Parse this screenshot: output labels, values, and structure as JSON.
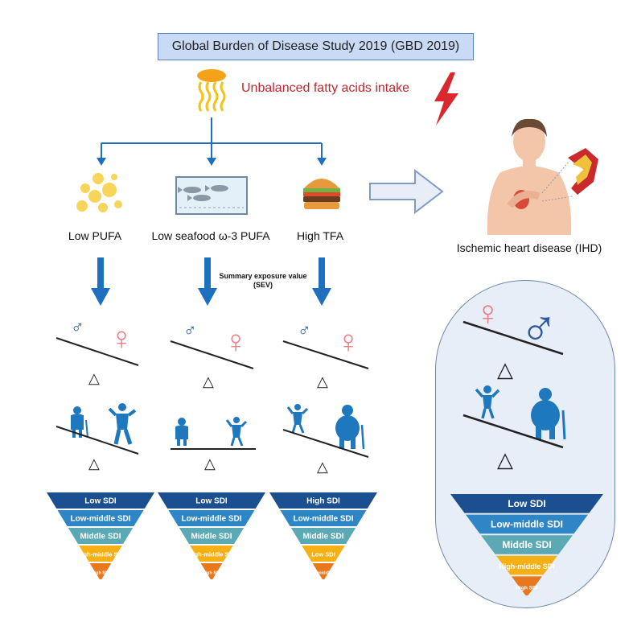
{
  "title": "Global Burden of Disease Study 2019 (GBD 2019)",
  "subtitle": "Unbalanced fatty acids intake",
  "columns": [
    {
      "label": "Low PUFA",
      "pyramid": [
        "Low SDI",
        "Low-middle SDI",
        "Middle SDI",
        "High-middle SDI",
        "High SDI"
      ]
    },
    {
      "label": "Low seafood ω-3 PUFA",
      "pyramid": [
        "Low SDI",
        "Low-middle SDI",
        "Middle SDI",
        "High-middle SDI",
        "High SDI"
      ]
    },
    {
      "label": "High TFA",
      "pyramid": [
        "High SDI",
        "Low-middle SDI",
        "Middle SDI",
        "Low SDI",
        "High-middle SDI"
      ]
    }
  ],
  "sev_label_line1": "Summary exposure value",
  "sev_label_line2": "(SEV)",
  "outcome_label": "Ischemic heart disease (IHD)",
  "outcome_pyramid": [
    "Low SDI",
    "Low-middle SDI",
    "Middle SDI",
    "High-middle SDI",
    "High SDI"
  ],
  "symbols": {
    "male": "♂",
    "female": "♀",
    "delta": "△"
  },
  "colors": {
    "arrow_blue": "#1f6fbf",
    "male_icon": "#2e5aa0",
    "female_icon": "#ee7f84",
    "people_icon": "#1e78be",
    "tier": [
      "#1b4f8f",
      "#2f86c6",
      "#5aa9b4",
      "#f5b016",
      "#e8781d"
    ]
  }
}
